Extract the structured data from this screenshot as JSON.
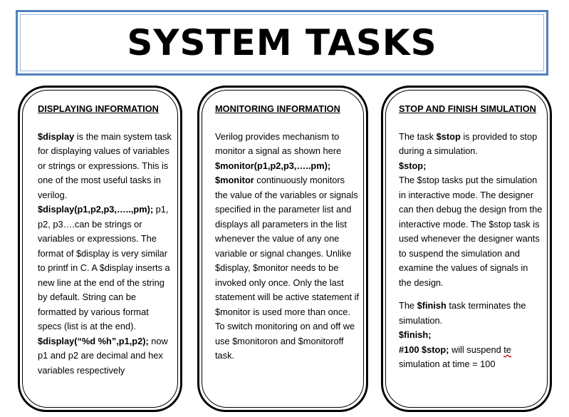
{
  "title": "SYSTEM TASKS",
  "cards": [
    {
      "heading": "DISPLAYING INFORMATION",
      "p1": {
        "b1": "$display",
        "t1": " is the main system task for displaying values of variables or strings or expressions. This is one of the most useful tasks in verilog.",
        "b2": "$display(p1,p2,p3,…..,pm);",
        "t2": " p1, p2, p3….can be strings or variables or expressions. The format of $display is very similar to printf in C. A $display inserts a new line at the end of the string by default. String can be formatted by various format specs (list is at the end).",
        "b3": "$display(“%d %h”,p1,p2);",
        "t3": " now p1 and p2 are decimal and hex variables respectively"
      }
    },
    {
      "heading": "MONITORING INFORMATION",
      "p1": {
        "t1": "Verilog provides mechanism to monitor a signal as shown here ",
        "b1": "$monitor(p1,p2,p3,…..pm);",
        "b2": "$monitor",
        "t2": " continuously monitors the value of the variables or signals specified in the parameter list and displays all parameters in the list whenever the value of any one variable or signal changes. Unlike $display, $monitor needs to be invoked only once. Only the last statement will be active statement if $monitor is used more than once. To switch monitoring on and off we use $monitoron and $monitoroff task."
      }
    },
    {
      "heading": "STOP AND FINISH SIMULATION",
      "p1": {
        "t1": "The task ",
        "b1": "$stop",
        "t2": " is provided to stop during a  simulation.",
        "b2": "$stop;",
        "t3": "The $stop tasks put the simulation in interactive mode. The designer can then debug the design from the interactive mode. The $stop task is used whenever the designer wants to suspend the simulation and examine the values of signals in the design."
      },
      "p2": {
        "t1": "The ",
        "b1": "$finish",
        "t2": " task terminates the simulation.",
        "b2": "$finish;",
        "b3": "#100 $stop;",
        "t3": " will suspend ",
        "t4": "te",
        "t5": " simulation at time = 100"
      }
    }
  ]
}
